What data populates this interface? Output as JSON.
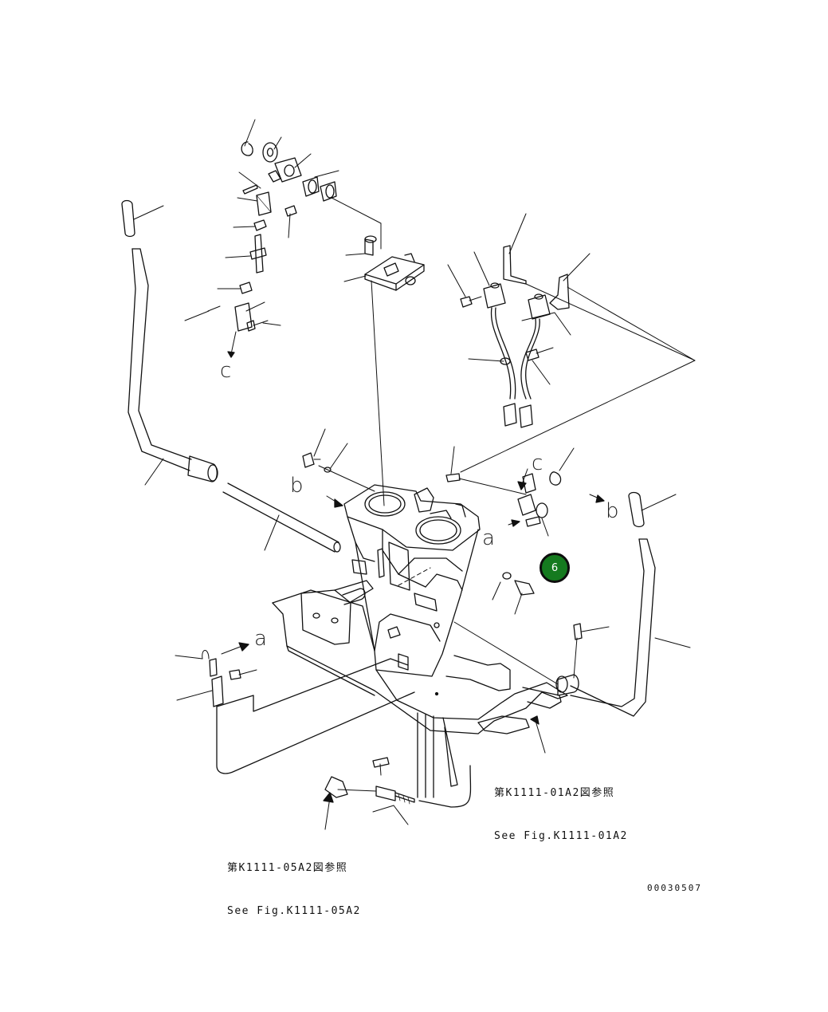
{
  "diagram": {
    "reference_letters": {
      "c_top": "c",
      "c_mid": "c",
      "b_left": "b",
      "b_right": "b",
      "a_mid": "a",
      "a_left": "a"
    },
    "references": {
      "ref1_line1": "第K1111-01A2図参照",
      "ref1_line2": "See Fig.K1111-01A2",
      "ref2_line1": "第K1111-05A2図参照",
      "ref2_line2": "See Fig.K1111-05A2"
    },
    "image_id": "00030507",
    "hotspot": {
      "label": "6",
      "color": "#157a1f"
    }
  }
}
